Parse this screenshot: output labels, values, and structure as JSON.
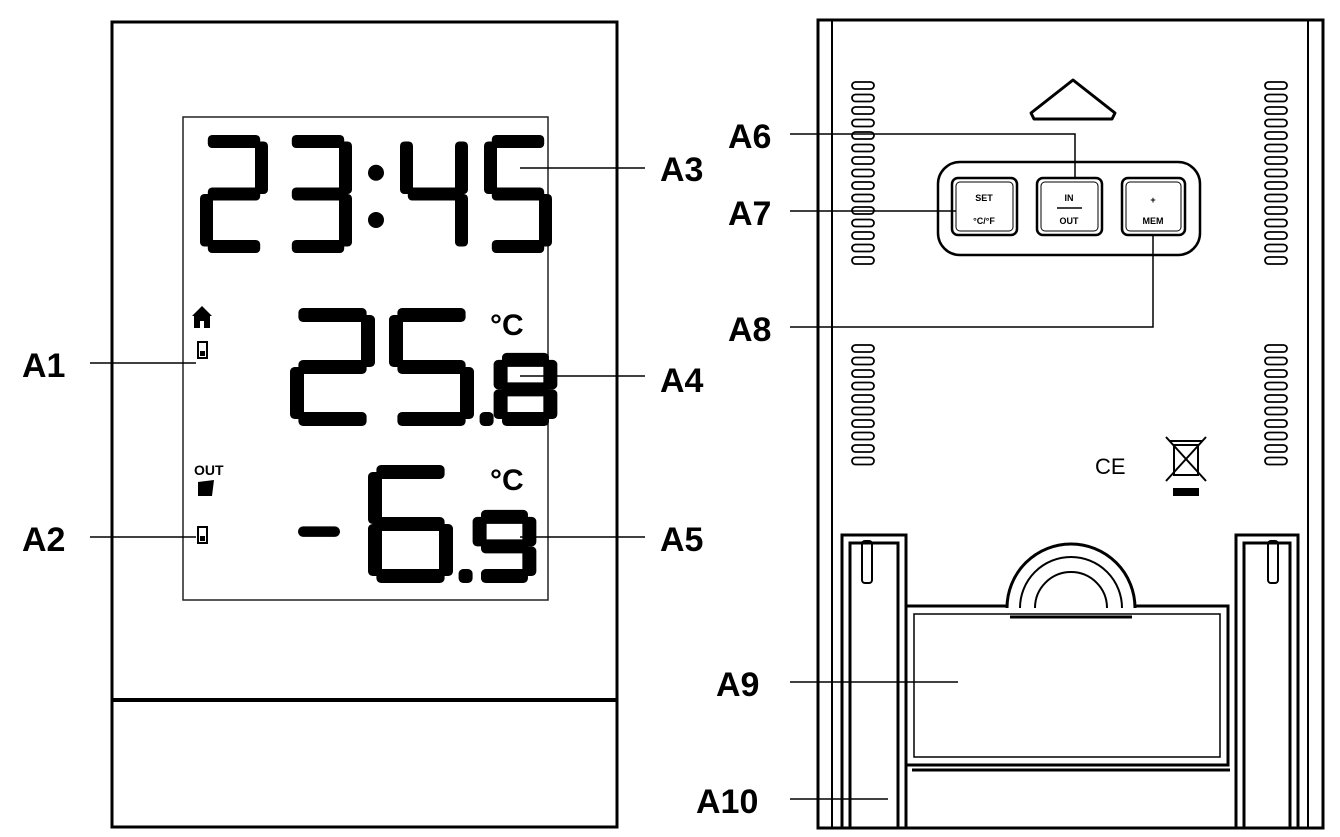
{
  "front": {
    "time": "23:45",
    "indoor_temp": "25.8",
    "outdoor_temp": "-6.9",
    "temp_unit": "°C",
    "outdoor_label": "OUT"
  },
  "back": {
    "buttons": [
      {
        "top": "SET",
        "bottom": "°C/°F"
      },
      {
        "top": "IN",
        "bottom": "OUT"
      },
      {
        "top": "+",
        "bottom": "MEM"
      }
    ],
    "ce_mark": "CE"
  },
  "callouts": {
    "a1": "A1",
    "a2": "A2",
    "a3": "A3",
    "a4": "A4",
    "a5": "A5",
    "a6": "A6",
    "a7": "A7",
    "a8": "A8",
    "a9": "A9",
    "a10": "A10"
  }
}
